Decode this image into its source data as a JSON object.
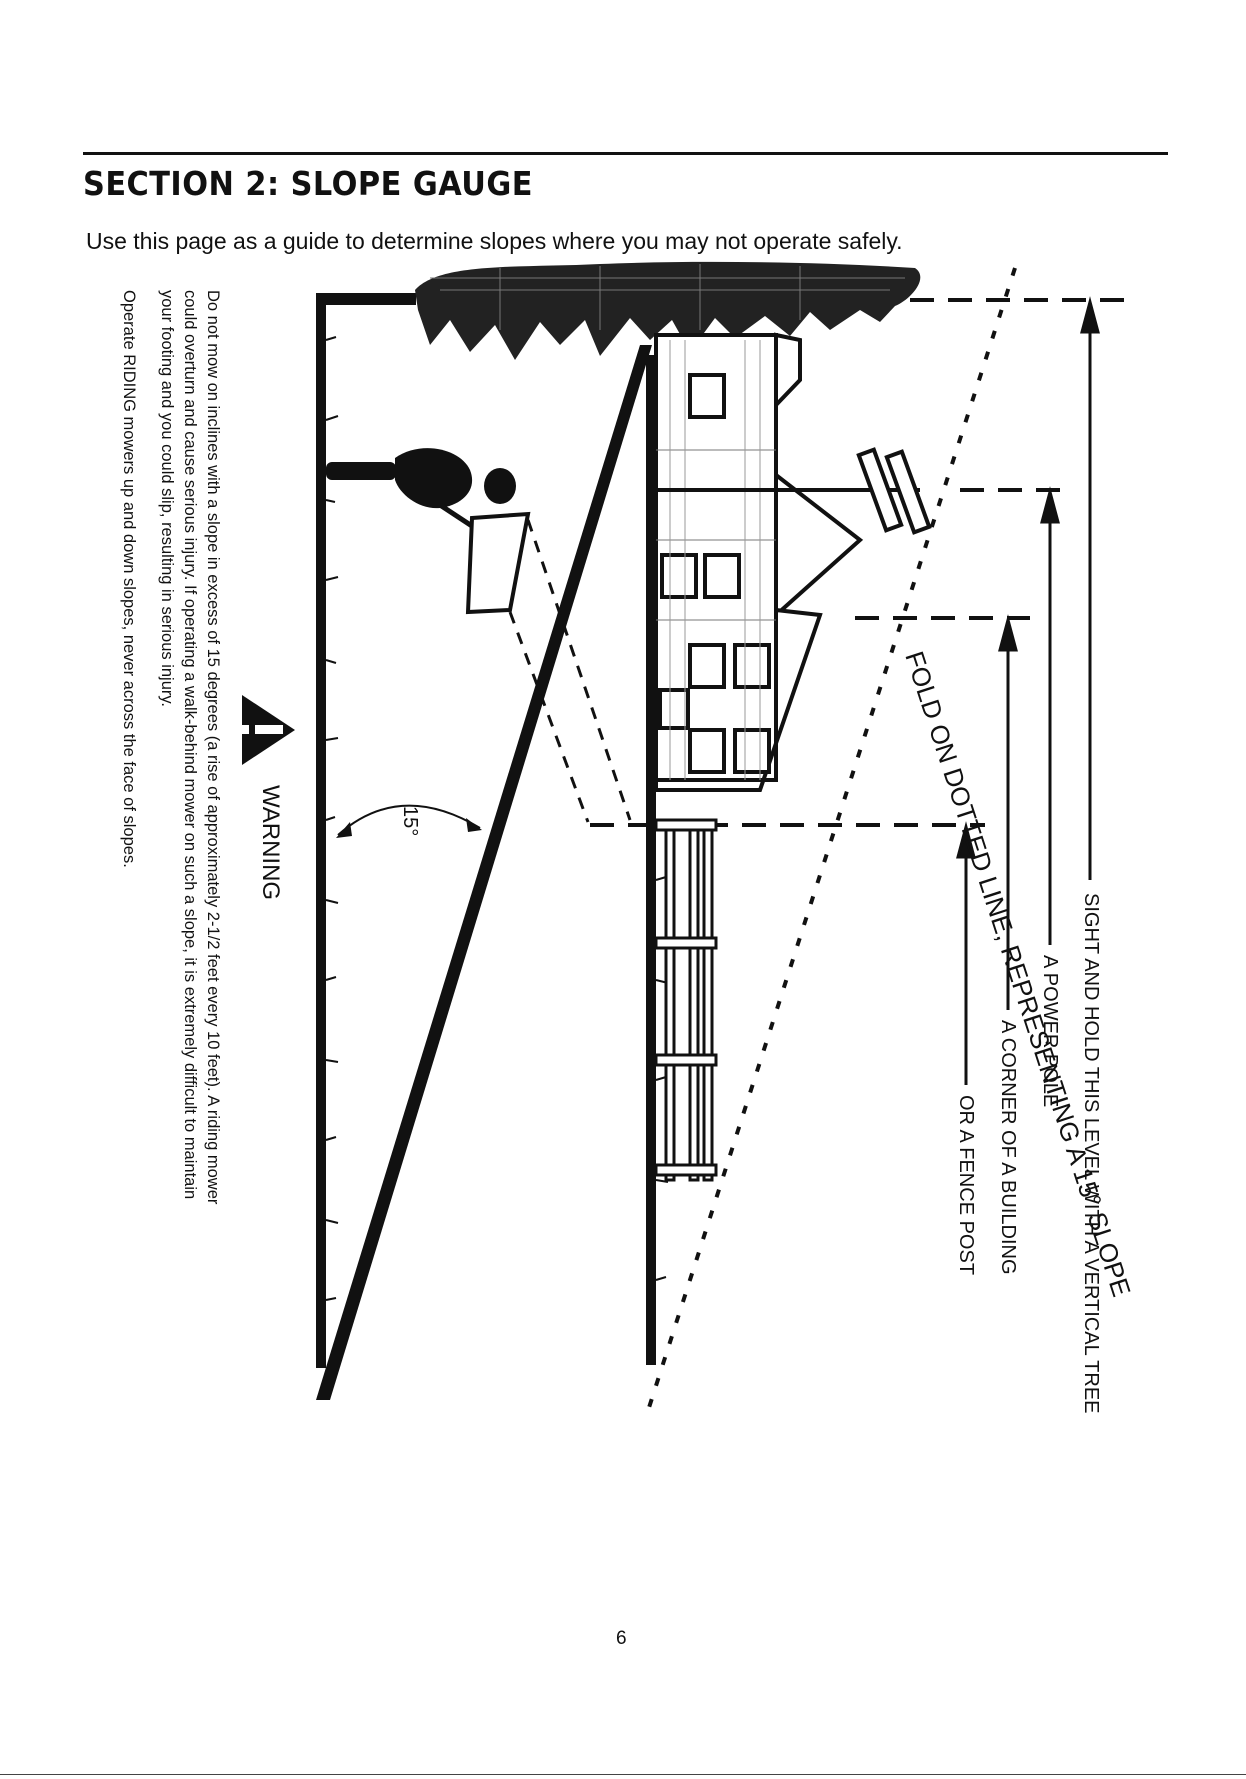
{
  "section_title": "SECTION 2:  SLOPE GAUGE",
  "intro": "Use this page as a guide to determine slopes where you may not operate safely.",
  "sighting": {
    "tree": "SIGHT AND HOLD THIS LEVEL WITH A VERTICAL TREE",
    "pole": "A POWER POLE",
    "building": "A CORNER OF A BUILDING",
    "fence": "OR A FENCE POST"
  },
  "fold_label": "FOLD ON DOTTED LINE, REPRESENTING A 15° SLOPE",
  "angle_label": "15°",
  "warning": {
    "heading": "WARNING",
    "line1": "Do not mow on inclines with a slope in excess of 15 degrees (a rise of approximately 2-1/2 feet every 10 feet). A riding mower",
    "line2": "could overturn and cause serious injury. If operating a walk-behind mower on such a slope, it is extremely difficult to maintain",
    "line3": "your footing and you could slip, resulting in serious injury.",
    "line4": "Operate RIDING mowers up and down slopes, never across the face of slopes."
  },
  "page_number": "6",
  "colors": {
    "ink": "#111111",
    "paper": "#ffffff"
  }
}
